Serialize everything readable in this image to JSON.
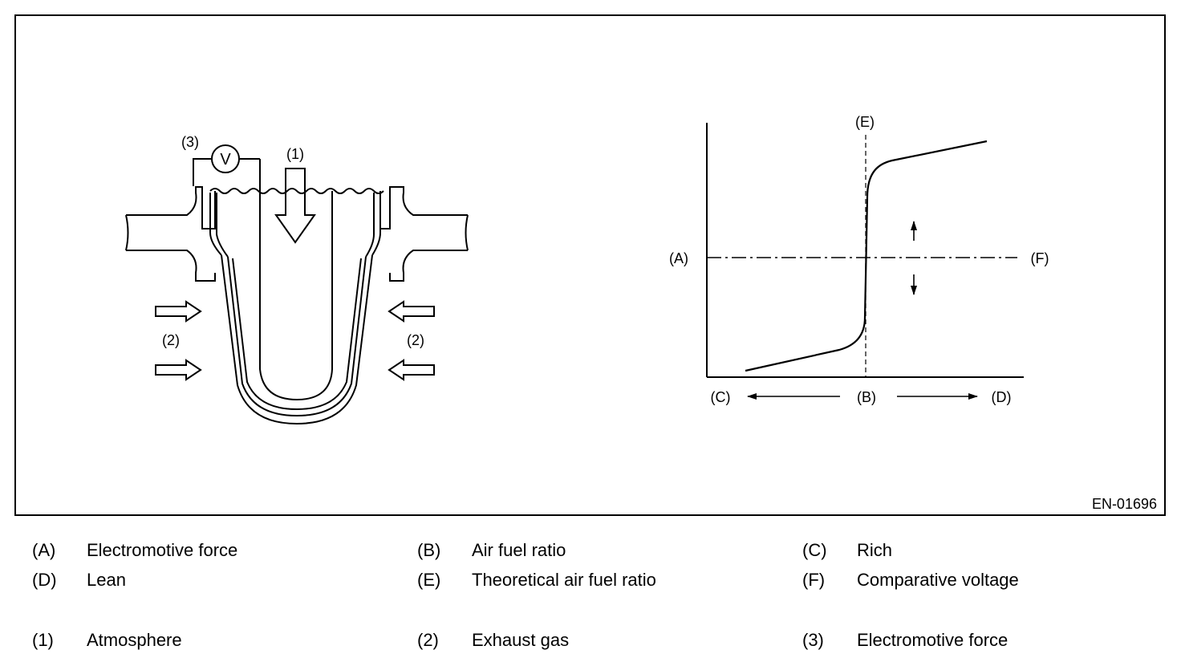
{
  "figure": {
    "id_code": "EN-01696",
    "labels": {
      "1": "(1)",
      "2": "(2)",
      "3": "(3)",
      "V": "V",
      "A": "(A)",
      "B": "(B)",
      "C": "(C)",
      "D": "(D)",
      "E": "(E)",
      "F": "(F)"
    }
  },
  "legend": [
    {
      "key": "(A)",
      "text": "Electromotive force"
    },
    {
      "key": "(B)",
      "text": "Air fuel ratio"
    },
    {
      "key": "(C)",
      "text": "Rich"
    },
    {
      "key": "(D)",
      "text": "Lean"
    },
    {
      "key": "(E)",
      "text": "Theoretical air fuel ratio"
    },
    {
      "key": "(F)",
      "text": "Comparative voltage"
    },
    {
      "key": "(1)",
      "text": "Atmosphere"
    },
    {
      "key": "(2)",
      "text": "Exhaust gas"
    },
    {
      "key": "(3)",
      "text": "Electromotive force"
    }
  ]
}
